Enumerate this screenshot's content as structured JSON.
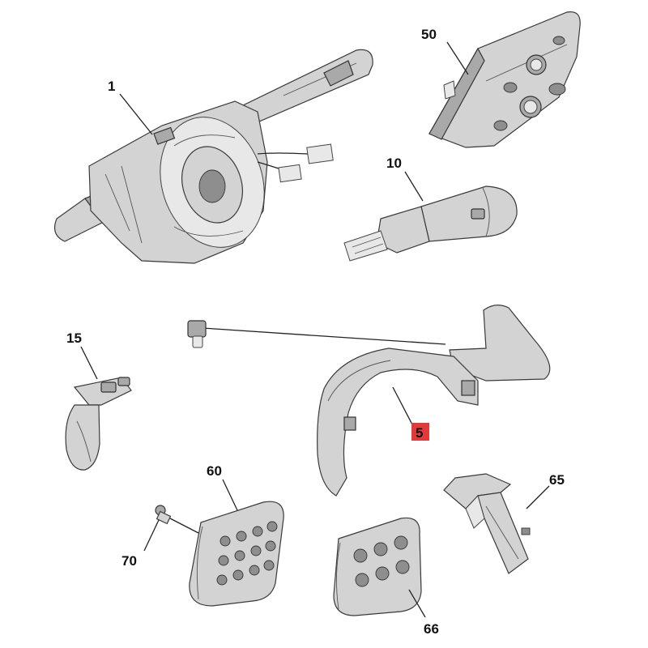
{
  "diagram": {
    "parts": [
      {
        "id": "part-1",
        "label": "1"
      },
      {
        "id": "part-50",
        "label": "50"
      },
      {
        "id": "part-10",
        "label": "10"
      },
      {
        "id": "part-15",
        "label": "15"
      },
      {
        "id": "part-5",
        "label": "5",
        "highlighted": true,
        "highlight_color": "#e03a3a"
      },
      {
        "id": "part-60",
        "label": "60"
      },
      {
        "id": "part-65",
        "label": "65"
      },
      {
        "id": "part-70",
        "label": "70"
      },
      {
        "id": "part-66",
        "label": "66"
      }
    ],
    "colors": {
      "part_fill": "#d3d3d3",
      "outline": "#3a3a3a",
      "highlight": "#e03a3a"
    }
  }
}
